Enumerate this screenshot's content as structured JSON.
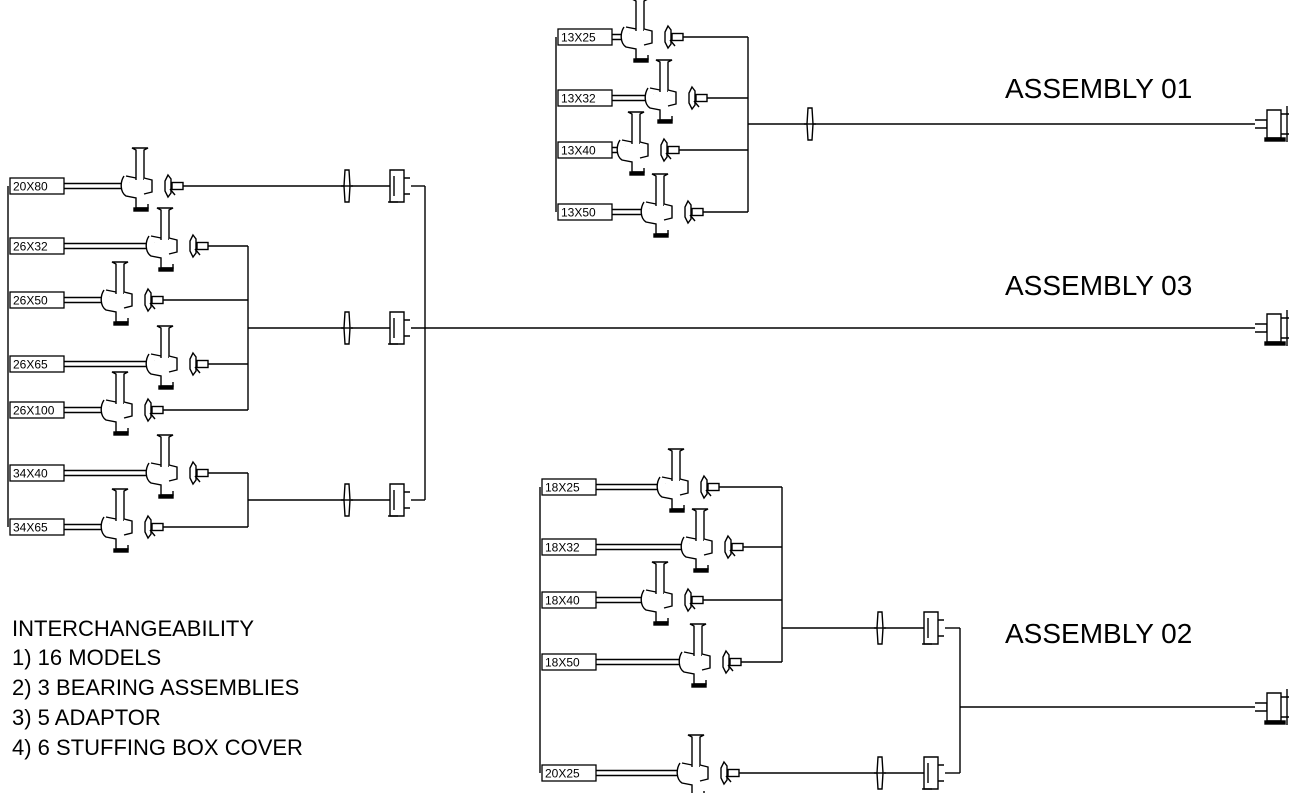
{
  "colors": {
    "line": "#000000",
    "background": "#ffffff"
  },
  "assemblies": [
    {
      "id": "a01",
      "title": "ASSEMBLY 01",
      "models": [
        "13X25",
        "13X32",
        "13X40",
        "13X50"
      ]
    },
    {
      "id": "a03",
      "title": "ASSEMBLY 03",
      "models": [
        "20X80",
        "26X32",
        "26X50",
        "26X65",
        "26X100",
        "34X40",
        "34X65"
      ]
    },
    {
      "id": "a02",
      "title": "ASSEMBLY 02",
      "models": [
        "18X25",
        "18X32",
        "18X40",
        "18X50",
        "20X25"
      ]
    }
  ],
  "notes": {
    "title": "INTERCHANGEABILITY",
    "items": [
      "1) 16 MODELS",
      "2) 3 BEARING ASSEMBLIES",
      "3) 5 ADAPTOR",
      "4) 6 STUFFING BOX COVER"
    ]
  }
}
